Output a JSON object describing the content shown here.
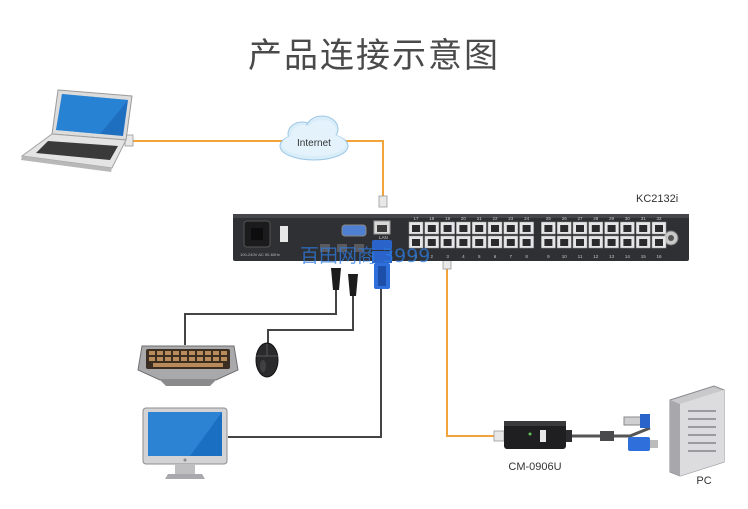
{
  "title": "产品连接示意图",
  "labels": {
    "internet": "Internet",
    "switch_model": "KC2132i",
    "lan": "LAN",
    "power_spec": "100-240V AC 50-60Hz",
    "adapter_model": "CM-0906U",
    "pc": "PC",
    "watermark": "百田网商 3999"
  },
  "switch": {
    "top_port_numbers": [
      "17",
      "18",
      "19",
      "20",
      "21",
      "22",
      "23",
      "24",
      "25",
      "26",
      "27",
      "28",
      "29",
      "30",
      "31",
      "32"
    ],
    "bottom_port_numbers": [
      "1",
      "2",
      "3",
      "4",
      "5",
      "6",
      "7",
      "8",
      "9",
      "10",
      "11",
      "12",
      "13",
      "14",
      "15",
      "16"
    ]
  },
  "colors": {
    "network_cable": "#f0a43a",
    "kvm_cable": "#444444",
    "switch_body": "#2f3033",
    "vga_blue": "#2a63c9"
  },
  "icons": [
    "laptop-icon",
    "cloud-icon",
    "kvm-switch-icon",
    "keyboard-icon",
    "mouse-icon",
    "monitor-icon",
    "adapter-icon",
    "pc-tower-icon"
  ]
}
